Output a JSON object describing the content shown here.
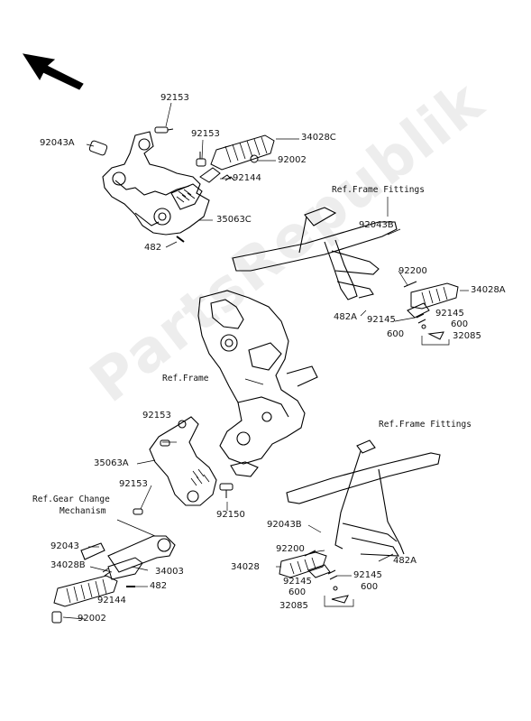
{
  "watermark": "PartsRepublik",
  "parts": {
    "p92153_a": "92153",
    "p92043A": "92043A",
    "p92153_b": "92153",
    "p34028C": "34028C",
    "p92002_a": "92002",
    "p92144_a": "92144",
    "p35063C": "35063C",
    "p482_a": "482",
    "ref_frame_fittings_a": "Ref.Frame Fittings",
    "p92043B_a": "92043B",
    "p92200_a": "92200",
    "p34028A": "34028A",
    "p482A_a": "482A",
    "p92145_a": "92145",
    "p92145_b": "92145",
    "p600_a": "600",
    "p600_b": "600",
    "p32085_a": "32085",
    "ref_frame": "Ref.Frame",
    "p92153_c": "92153",
    "p35063A": "35063A",
    "ref_frame_fittings_b": "Ref.Frame Fittings",
    "p92153_d": "92153",
    "p92150": "92150",
    "ref_gear_change_1": "Ref.Gear Change",
    "ref_gear_change_2": "Mechanism",
    "p92043": "92043",
    "p34028B": "34028B",
    "p34003": "34003",
    "p92144_b": "92144",
    "p482_b": "482",
    "p92002_b": "92002",
    "p92043B_b": "92043B",
    "p92200_b": "92200",
    "p34028": "34028",
    "p92145_c": "92145",
    "p92145_d": "92145",
    "p482A_b": "482A",
    "p600_c": "600",
    "p600_d": "600",
    "p32085_b": "32085"
  }
}
